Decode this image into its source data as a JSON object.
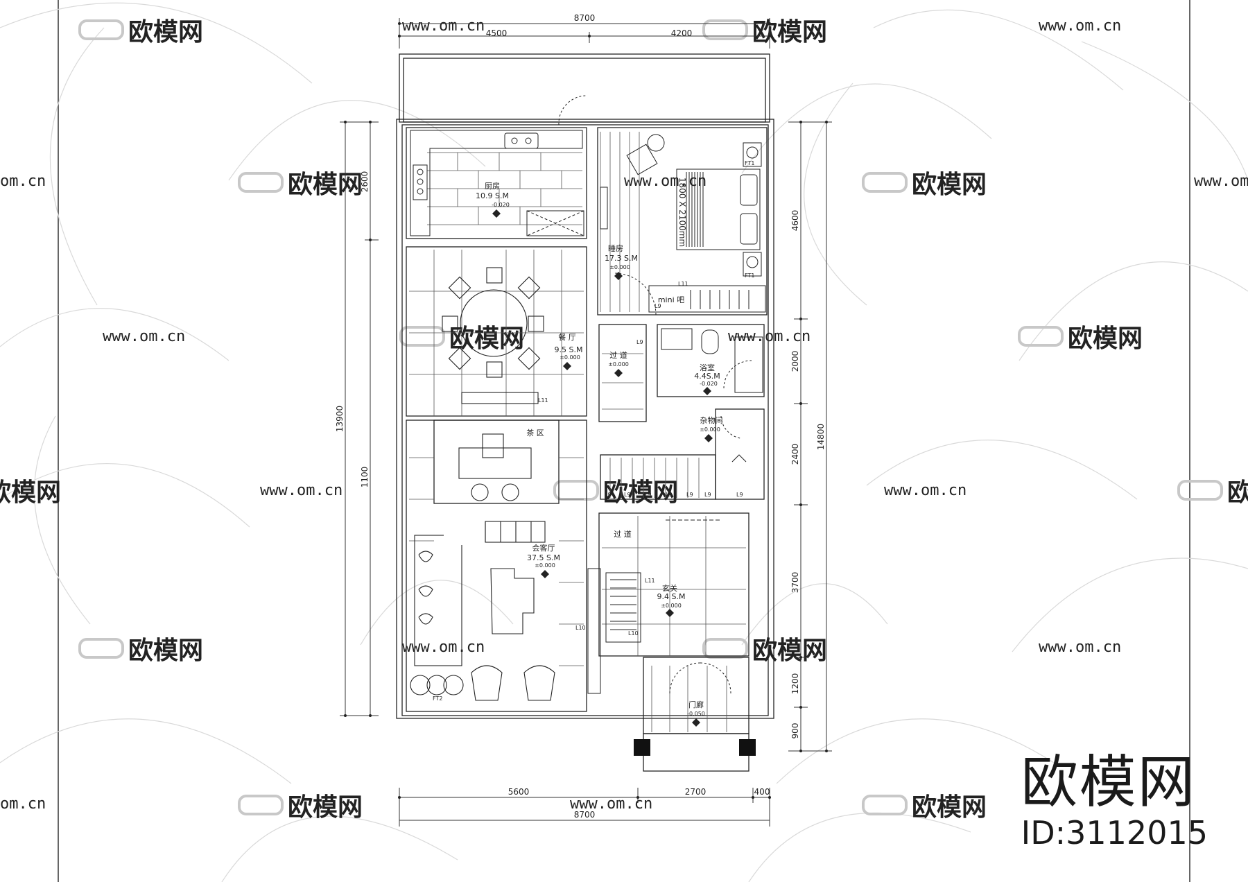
{
  "brand": {
    "logo_text": "欧模网",
    "id_text": "ID:3112015",
    "watermark_text": "欧模网",
    "watermark_url": "www.om.cn",
    "watermark_url_short": "om.cn"
  },
  "dimensions": {
    "top_total": "8700",
    "top_left": "4500",
    "top_right": "4200",
    "bottom_a": "5600",
    "bottom_b": "2700",
    "bottom_c": "400",
    "bottom_total": "8700",
    "left_outer": "13900",
    "left_top": "2600",
    "left_lower": "1100",
    "right_total": "14800",
    "right_1": "4600",
    "right_2": "2000",
    "right_3": "2400",
    "right_4": "3700",
    "right_5": "1200",
    "right_6": "900"
  },
  "rooms": {
    "kitchen": {
      "name": "厨房",
      "area": "10.9  S.M",
      "level": "-0.020"
    },
    "bedroom": {
      "name": "睡房",
      "area": "17.3  S.M",
      "level": "±0.000"
    },
    "bed_size": "1800 X 2100mm",
    "dining": {
      "name": "餐 厅",
      "area": "9.5  S.M",
      "level": "±0.000"
    },
    "corridor1": {
      "name": "过 道",
      "level": "±0.000"
    },
    "bath": {
      "name": "浴室",
      "area": "4.4S.M",
      "level": "-0.020"
    },
    "storage": {
      "name": "杂物间",
      "level": "±0.000"
    },
    "tea": {
      "name": "茶 区"
    },
    "corridor2": {
      "name": "过 道"
    },
    "living": {
      "name": "会客厅",
      "area": "37.5  S.M",
      "level": "±0.000"
    },
    "foyer": {
      "name": "玄关",
      "area": "9.4  S.M",
      "level": "±0.000"
    },
    "porch": {
      "name": "门廊",
      "level": "-0.050"
    },
    "mini_bar": "mini  吧"
  },
  "tags": {
    "l11": "L11",
    "l9": "L9",
    "l10": "L10",
    "ft1": "FT1",
    "ft2": "FT2"
  },
  "colors": {
    "line": "#222222",
    "watermark": "#c8c8c8",
    "brand": "#1a1a1a"
  }
}
